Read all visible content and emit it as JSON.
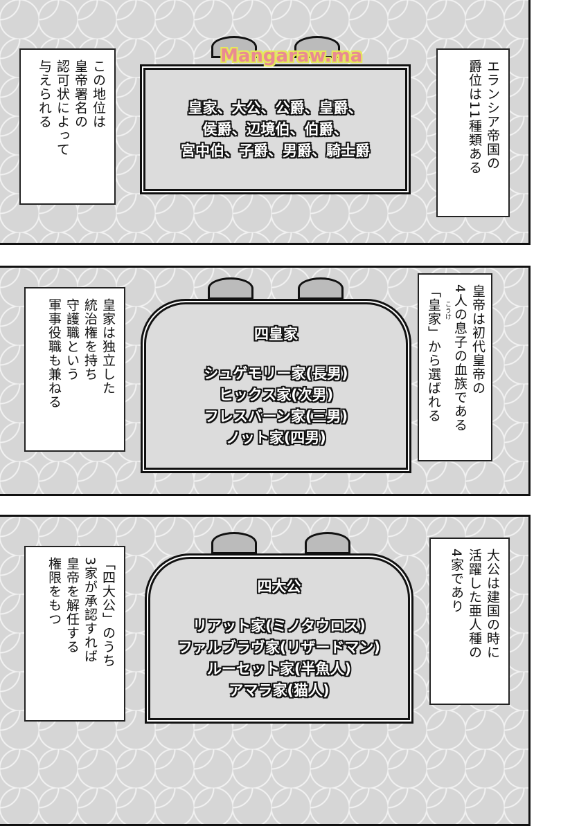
{
  "watermark": "Mangaraw.ma",
  "panels": [
    {
      "right_caption": [
        "エランシア帝国の",
        "爵位は11種類ある"
      ],
      "plaque_lines": [
        "皇家、大公、公爵、皇爵、",
        "侯爵、辺境伯、伯爵、",
        "宮中伯、子爵、男爵、騎士爵"
      ],
      "left_caption": [
        "この地位は",
        "皇帝署名の",
        "認可状によって",
        "与えられる"
      ]
    },
    {
      "right_caption": [
        "皇帝は初代皇帝の",
        "4人の息子の血族である",
        "「皇家」から選ばれる"
      ],
      "furigana": "こうけ",
      "plaque_title": "四皇家",
      "plaque_lines": [
        "シュゲモリー家(長男)",
        "ヒックス家(次男)",
        "フレスバーン家(三男)",
        "ノット家(四男)"
      ],
      "left_caption": [
        "皇家は独立した",
        "統治権を持ち",
        "守護職という",
        "軍事役職も兼ねる"
      ]
    },
    {
      "right_caption": [
        "大公は建国の時に",
        "活躍した亜人種の",
        "4家であり"
      ],
      "plaque_title": "四大公",
      "plaque_lines": [
        "リアット家(ミノタウロス)",
        "ファルブラヴ家(リザードマン)",
        "ルーセット家(半魚人)",
        "アマラ家(猫人)"
      ],
      "left_caption": [
        "「四大公」のうち",
        "3家が承認すれば",
        "皇帝を解任する",
        "権限をもつ"
      ]
    }
  ]
}
